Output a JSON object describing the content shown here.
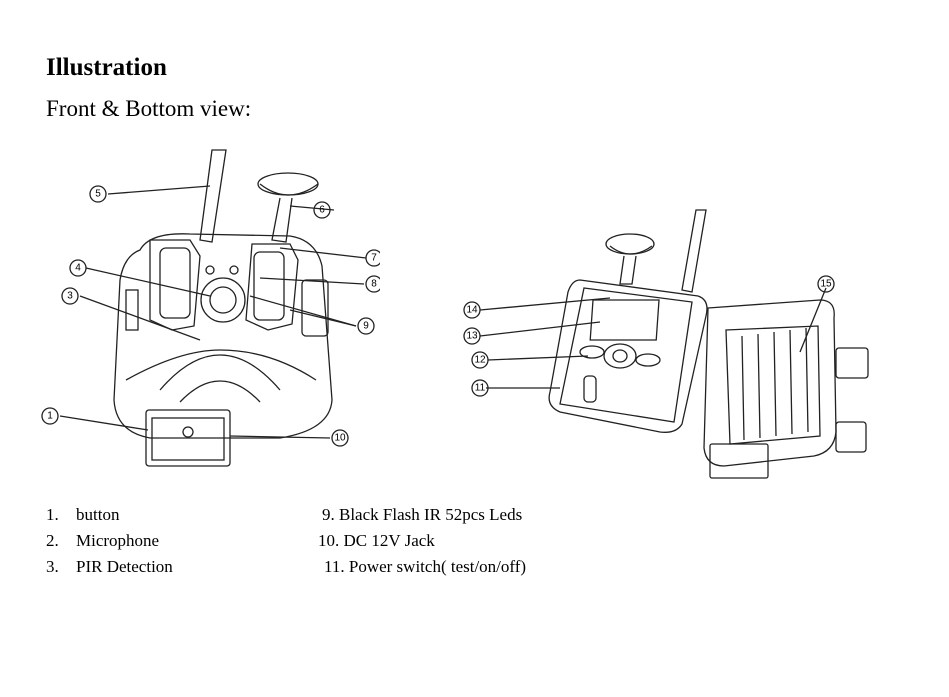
{
  "document": {
    "heading": "Illustration",
    "subheading": "Front & Bottom view:"
  },
  "callouts": {
    "front": [
      "1",
      "3",
      "4",
      "5",
      "6",
      "7",
      "8",
      "9",
      "10"
    ],
    "back": [
      "11",
      "12",
      "13",
      "14",
      "15"
    ]
  },
  "parts_list": {
    "left": [
      {
        "num": "1.",
        "label": "button"
      },
      {
        "num": "2.",
        "label": "Microphone"
      },
      {
        "num": "3.",
        "label": "PIR Detection"
      }
    ],
    "right": [
      {
        "text": "9. Black Flash IR 52pcs Leds"
      },
      {
        "text": "10. DC 12V Jack"
      },
      {
        "text": "11. Power switch( test/on/off)"
      }
    ]
  }
}
